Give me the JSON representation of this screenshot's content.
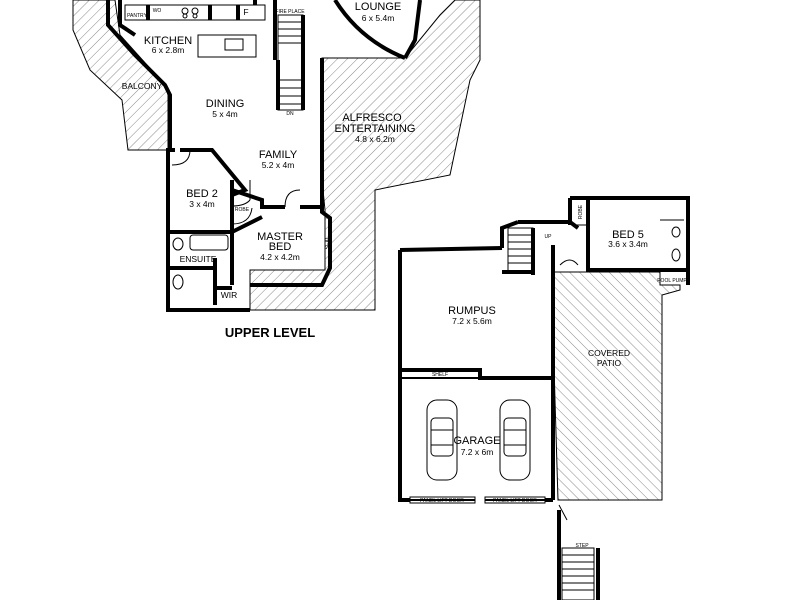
{
  "rooms": {
    "lounge": {
      "name": "LOUNGE",
      "dim": "6 x 5.4m"
    },
    "kitchen": {
      "name": "KITCHEN",
      "dim": "6 x 2.8m"
    },
    "dining": {
      "name": "DINING",
      "dim": "5 x 4m"
    },
    "family": {
      "name": "FAMILY",
      "dim": "5.2 x 4m"
    },
    "alfresco": {
      "name_line1": "ALFRESCO",
      "name_line2": "ENTERTAINING",
      "dim": "4.8 x 6.2m"
    },
    "bed2": {
      "name": "BED 2",
      "dim": "3 x 4m"
    },
    "master": {
      "name_line1": "MASTER",
      "name_line2": "BED",
      "dim": "4.2 x 4.2m"
    },
    "rumpus": {
      "name": "RUMPUS",
      "dim": "7.2 x 5.6m"
    },
    "garage": {
      "name": "GARAGE",
      "dim": "7.2 x 6m"
    },
    "bed5": {
      "name": "BED 5",
      "dim": "3.6 x 3.4m"
    },
    "patio": {
      "name_line1": "COVERED",
      "name_line2": "PATIO"
    }
  },
  "labels": {
    "balcony": "BALCONY",
    "ensuite": "ENSUITE",
    "wir": "WIR",
    "robe": "ROBE",
    "seat": "SEAT",
    "pantry": "PANTRY",
    "wo": "WO",
    "f": "F",
    "fire_place": "FIRE PLACE",
    "dn": "DN",
    "up": "UP",
    "shelf": "SHELF",
    "pool_pump": "POOL PUMP",
    "panel_lift_door": "PANEL LIFT DOOR",
    "step": "STEP",
    "upper_level": "UPPER LEVEL"
  }
}
